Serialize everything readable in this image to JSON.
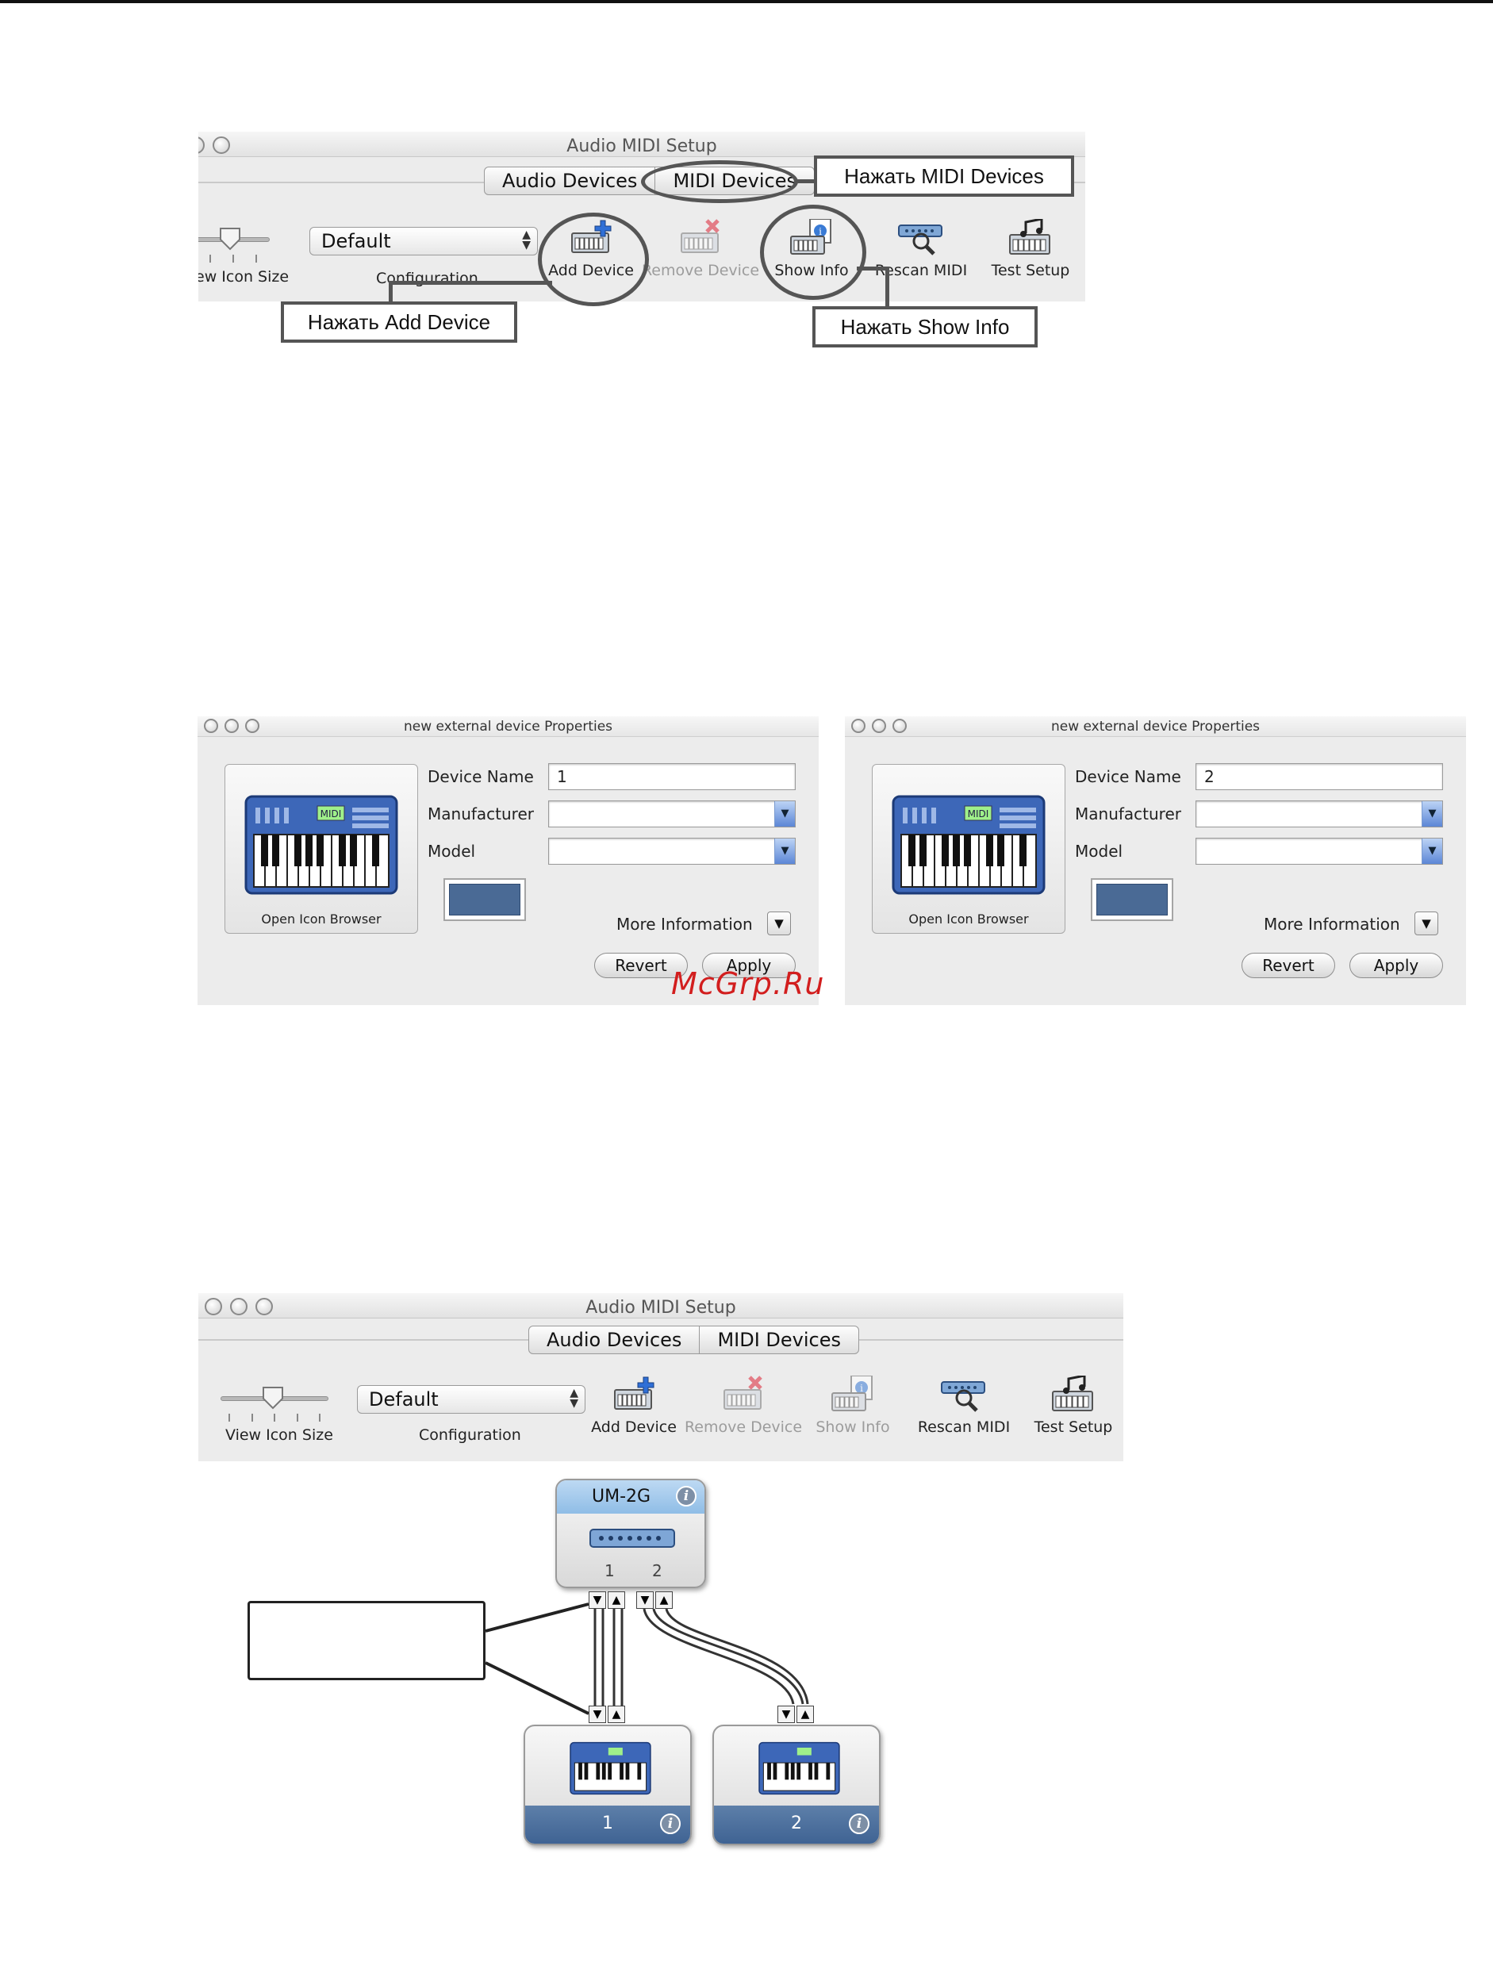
{
  "window_top": {
    "title": "Audio MIDI Setup",
    "tabs": [
      "Audio Devices",
      "MIDI Devices"
    ],
    "slider_label": "ew Icon Size",
    "config_value": "Default",
    "config_label": "Configuration",
    "toolbar": [
      {
        "label": "Add Device",
        "icon": "add-device-icon",
        "enabled": true
      },
      {
        "label": "Remove Device",
        "icon": "remove-device-icon",
        "enabled": false
      },
      {
        "label": "Show Info",
        "icon": "show-info-icon",
        "enabled": true
      },
      {
        "label": "Rescan MIDI",
        "icon": "rescan-midi-icon",
        "enabled": true
      },
      {
        "label": "Test Setup",
        "icon": "test-setup-icon",
        "enabled": true
      }
    ]
  },
  "callouts": {
    "midi_devices": "Нажать MIDI Devices",
    "add_device": "Нажать Add Device",
    "show_info": "Нажать Show Info"
  },
  "properties_panels": [
    {
      "title": "new external device Properties",
      "icon_browser_label": "Open Icon Browser",
      "device_name_label": "Device Name",
      "device_name_value": "1",
      "manufacturer_label": "Manufacturer",
      "manufacturer_value": "",
      "model_label": "Model",
      "model_value": "",
      "more_info_label": "More Information",
      "revert_label": "Revert",
      "apply_label": "Apply"
    },
    {
      "title": "new external device Properties",
      "icon_browser_label": "Open Icon Browser",
      "device_name_label": "Device Name",
      "device_name_value": "2",
      "manufacturer_label": "Manufacturer",
      "manufacturer_value": "",
      "model_label": "Model",
      "model_value": "",
      "more_info_label": "More Information",
      "revert_label": "Revert",
      "apply_label": "Apply"
    }
  ],
  "watermark": "McGrp.Ru",
  "window_bottom": {
    "title": "Audio MIDI Setup",
    "tabs": [
      "Audio Devices",
      "MIDI Devices"
    ],
    "slider_label": "View Icon Size",
    "config_value": "Default",
    "config_label": "Configuration",
    "toolbar": [
      {
        "label": "Add Device",
        "icon": "add-device-icon",
        "enabled": true
      },
      {
        "label": "Remove Device",
        "icon": "remove-device-icon",
        "enabled": false
      },
      {
        "label": "Show Info",
        "icon": "show-info-icon",
        "enabled": false
      },
      {
        "label": "Rescan MIDI",
        "icon": "rescan-midi-icon",
        "enabled": true
      },
      {
        "label": "Test Setup",
        "icon": "test-setup-icon",
        "enabled": true
      }
    ]
  },
  "diagram": {
    "interface": {
      "name": "UM-2G",
      "ports": [
        "1",
        "2"
      ]
    },
    "devices": [
      {
        "name": "1"
      },
      {
        "name": "2"
      }
    ]
  },
  "colors": {
    "window_bg": "#ececec",
    "callout_border": "#555555",
    "watermark": "#d21e1e",
    "device_header": "#a7cbef",
    "device_footer": "#4a6d9c",
    "swatch": "#4a6a95"
  }
}
